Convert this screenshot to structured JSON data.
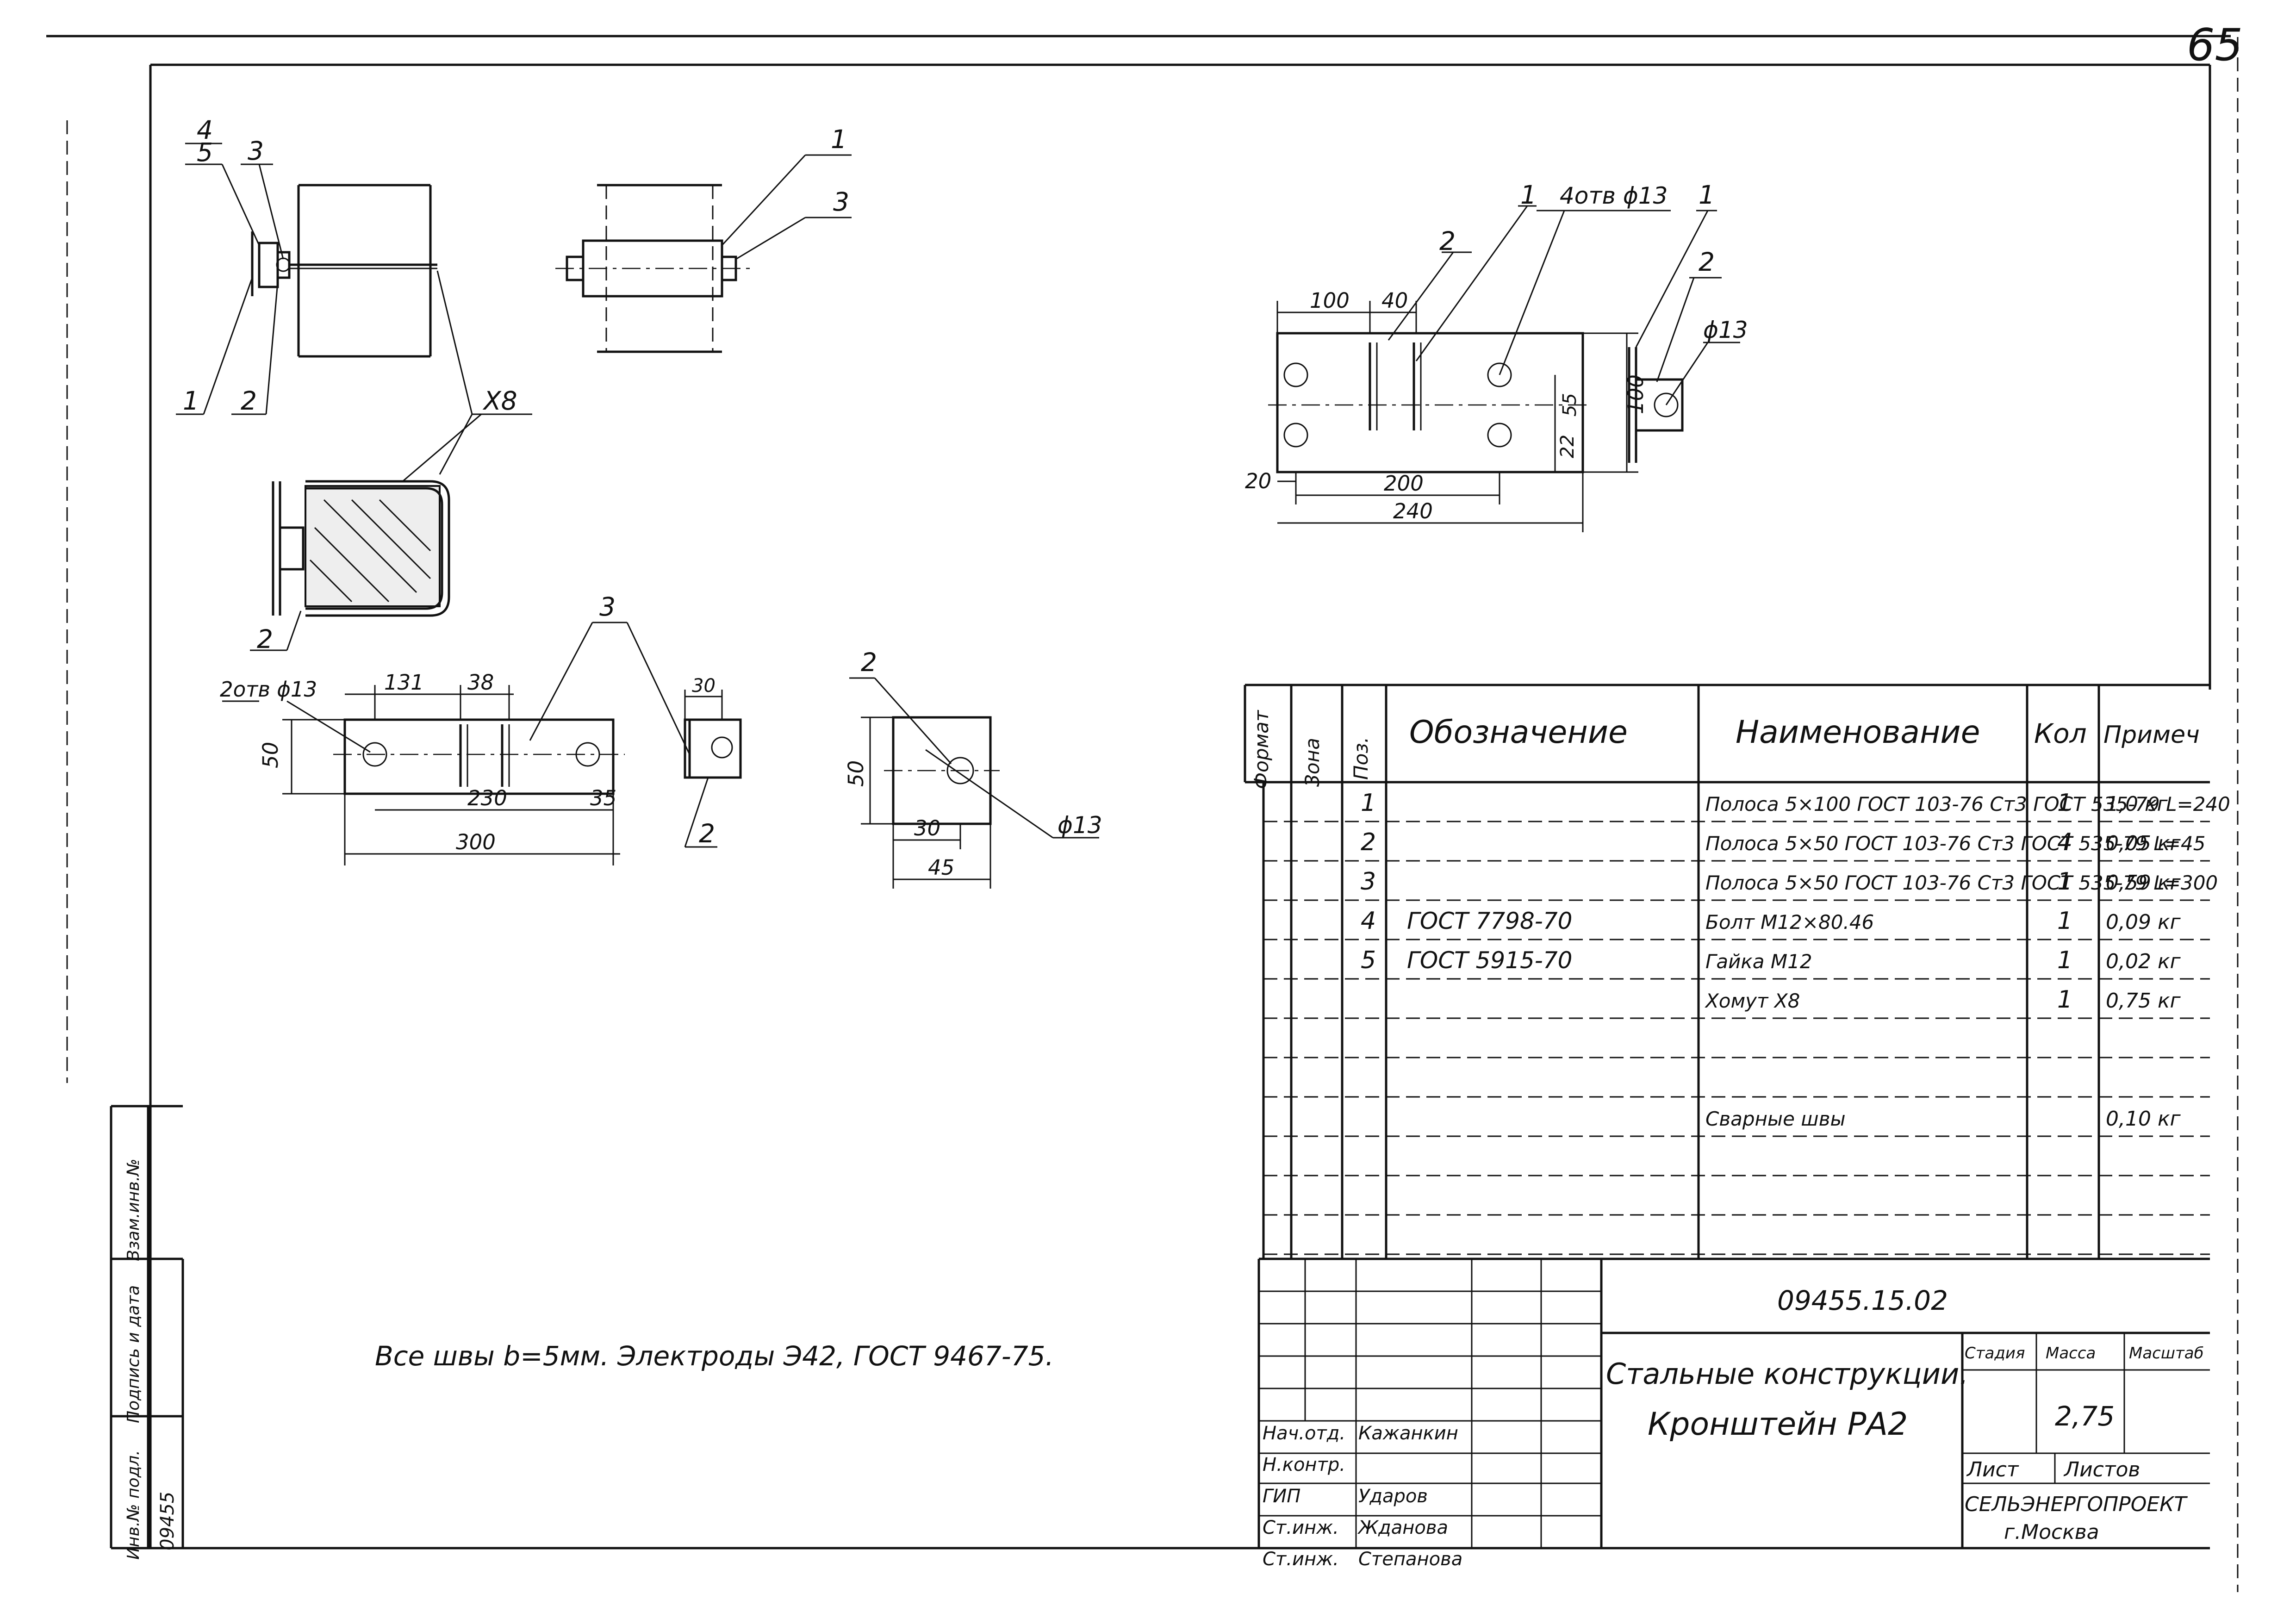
{
  "sheet_number": "65",
  "callouts": {
    "a": "4",
    "b": "5",
    "c": "3",
    "d": "1",
    "e": "2",
    "f": "1",
    "g": "3",
    "clamp": "Х8",
    "h": "2",
    "i": "2",
    "j": "1",
    "holes_4": "4отв ϕ13",
    "k": "1",
    "l": "2",
    "m": "ϕ13",
    "n": "3",
    "holes_2": "2отв ϕ13",
    "o": "2",
    "p": "2",
    "q": "ϕ13"
  },
  "dims": {
    "d100": "100",
    "d40": "40",
    "d55": "55",
    "d100v": "100",
    "d22": "22",
    "d20": "20",
    "d200": "200",
    "d240": "240",
    "d131": "131",
    "d38": "38",
    "d50a": "50",
    "d230": "230",
    "d35": "35",
    "d300": "300",
    "d30a": "30",
    "d50b": "50",
    "d30b": "30",
    "d45": "45"
  },
  "note": "Все швы b=5мм. Электроды Э42, ГОСТ 9467-75.",
  "spec": {
    "headers": {
      "format": "Формат",
      "zone": "Зона",
      "pos": "Поз.",
      "designation": "Обозначение",
      "name": "Наименование",
      "qty": "Кол",
      "note": "Примеч"
    },
    "rows": [
      {
        "pos": "1",
        "designation": "",
        "name": "Полоса 5×100 ГОСТ 103-76 Ст3 ГОСТ 535-79 L=240",
        "qty": "1",
        "note": "1,0 кг"
      },
      {
        "pos": "2",
        "designation": "",
        "name": "Полоса 5×50 ГОСТ 103-76 Ст3 ГОСТ 535-79 L=45",
        "qty": "4",
        "note": "0,05 кг"
      },
      {
        "pos": "3",
        "designation": "",
        "name": "Полоса 5×50 ГОСТ 103-76 Ст3 ГОСТ 535-79 L=300",
        "qty": "1",
        "note": "0,59 кг"
      },
      {
        "pos": "4",
        "designation": "ГОСТ 7798-70",
        "name": "Болт М12×80.46",
        "qty": "1",
        "note": "0,09 кг"
      },
      {
        "pos": "5",
        "designation": "ГОСТ 5915-70",
        "name": "Гайка М12",
        "qty": "1",
        "note": "0,02 кг"
      },
      {
        "pos": "",
        "designation": "",
        "name": "Хомут Х8",
        "qty": "1",
        "note": "0,75 кг"
      },
      {
        "pos": "",
        "designation": "",
        "name": "",
        "qty": "",
        "note": ""
      },
      {
        "pos": "",
        "designation": "",
        "name": "",
        "qty": "",
        "note": ""
      },
      {
        "pos": "",
        "designation": "",
        "name": "Сварные швы",
        "qty": "",
        "note": "0,10 кг"
      },
      {
        "pos": "",
        "designation": "",
        "name": "",
        "qty": "",
        "note": ""
      },
      {
        "pos": "",
        "designation": "",
        "name": "",
        "qty": "",
        "note": ""
      },
      {
        "pos": "",
        "designation": "",
        "name": "",
        "qty": "",
        "note": ""
      }
    ]
  },
  "title_block": {
    "code": "09455.15.02",
    "title1": "Стальные конструкции.",
    "title2": "Кронштейн РА2",
    "stage_label": "Стадия",
    "mass_label": "Масса",
    "scale_label": "Масштаб",
    "mass": "2,75",
    "sheet_label": "Лист",
    "sheets_label": "Листов",
    "org1": "СЕЛЬЭНЕРГОПРОЕКТ",
    "org2": "г.Москва",
    "signers": [
      {
        "role": "Нач.отд.",
        "name": "Кажанкин"
      },
      {
        "role": "Н.контр.",
        "name": ""
      },
      {
        "role": "ГИП",
        "name": "Ударов"
      },
      {
        "role": "Ст.инж.",
        "name": "Жданова"
      },
      {
        "role": "Ст.инж.",
        "name": "Степанова"
      }
    ]
  },
  "side_stamp": {
    "inv_label": "Инв.№ подл.",
    "sign_label": "Подпись и дата",
    "swap_label": "Взам.инв.№",
    "inv_value": "09455"
  }
}
